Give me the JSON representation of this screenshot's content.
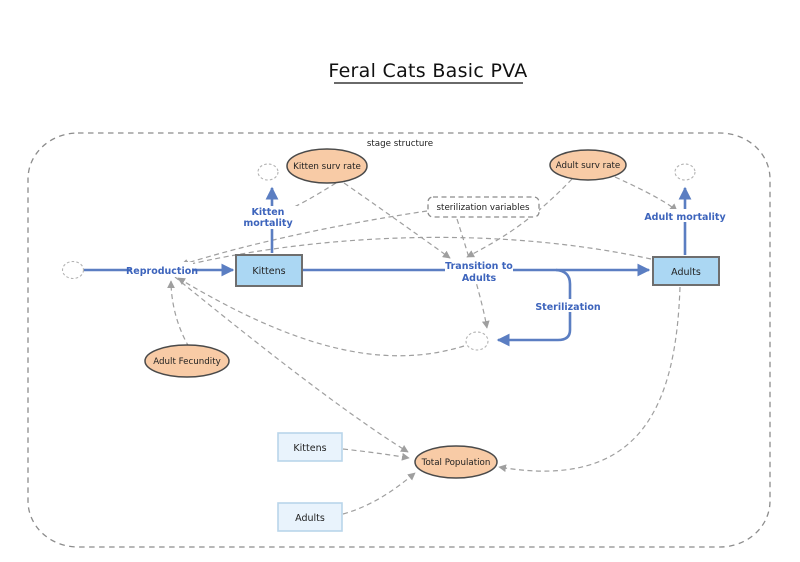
{
  "title": "Feral Cats Basic PVA",
  "annotations": {
    "stage_structure": "stage structure",
    "sterilization_variables": "sterilization variables"
  },
  "stocks": {
    "kittens": {
      "label": "Kittens"
    },
    "adults": {
      "label": "Adults"
    }
  },
  "ghosts": {
    "kittens": {
      "label": "Kittens"
    },
    "adults": {
      "label": "Adults"
    }
  },
  "converters": {
    "kitten_surv_rate": {
      "label": "Kitten surv rate"
    },
    "adult_surv_rate": {
      "label": "Adult surv rate"
    },
    "adult_fecundity": {
      "label": "Adult Fecundity"
    },
    "total_population": {
      "label": "Total Population"
    }
  },
  "flows": {
    "reproduction": {
      "label": "Reproduction"
    },
    "kitten_mortality": {
      "line1": "Kitten",
      "line2": "mortality"
    },
    "transition": {
      "line1": "Transition to",
      "line2": "Adults"
    },
    "sterilization": {
      "label": "Sterilization"
    },
    "adult_mortality": {
      "label": "Adult mortality"
    }
  },
  "connectors": [
    {
      "from": "Adult Fecundity",
      "to": "Reproduction"
    },
    {
      "from": "Adults",
      "to": "Reproduction"
    },
    {
      "from": "sterilization variables",
      "to": "Reproduction"
    },
    {
      "from": "Sterilization",
      "to": "Reproduction"
    },
    {
      "from": "Kitten surv rate",
      "to": "Kitten mortality"
    },
    {
      "from": "Kitten surv rate",
      "to": "Transition to Adults"
    },
    {
      "from": "Adult surv rate",
      "to": "Transition to Adults"
    },
    {
      "from": "Adult surv rate",
      "to": "Adult mortality"
    },
    {
      "from": "sterilization variables",
      "to": "Sterilization"
    },
    {
      "from": "Kittens (ghost)",
      "to": "Total Population"
    },
    {
      "from": "Adults (ghost)",
      "to": "Total Population"
    },
    {
      "from": "Reproduction area",
      "to": "Total Population"
    },
    {
      "from": "Adults",
      "to": "Total Population"
    }
  ],
  "colors": {
    "flow_blue": "#5B7EC2",
    "flow_label_blue": "#3D64BC",
    "stock_fill": "#ABD7F3",
    "ghost_fill": "#E9F3FC",
    "converter_fill": "#F8CBA6",
    "connector_gray": "#9F9F9F",
    "boundary_gray": "#8C8C8C"
  }
}
